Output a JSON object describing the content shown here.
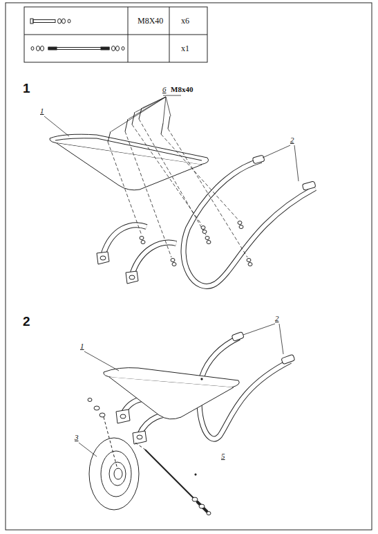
{
  "diagram": {
    "labels": [
      "M8X40",
      "x6",
      "x1",
      "1",
      "6",
      "M8x40",
      "1",
      "2",
      "2",
      "2",
      "1",
      "3",
      "5"
    ]
  }
}
